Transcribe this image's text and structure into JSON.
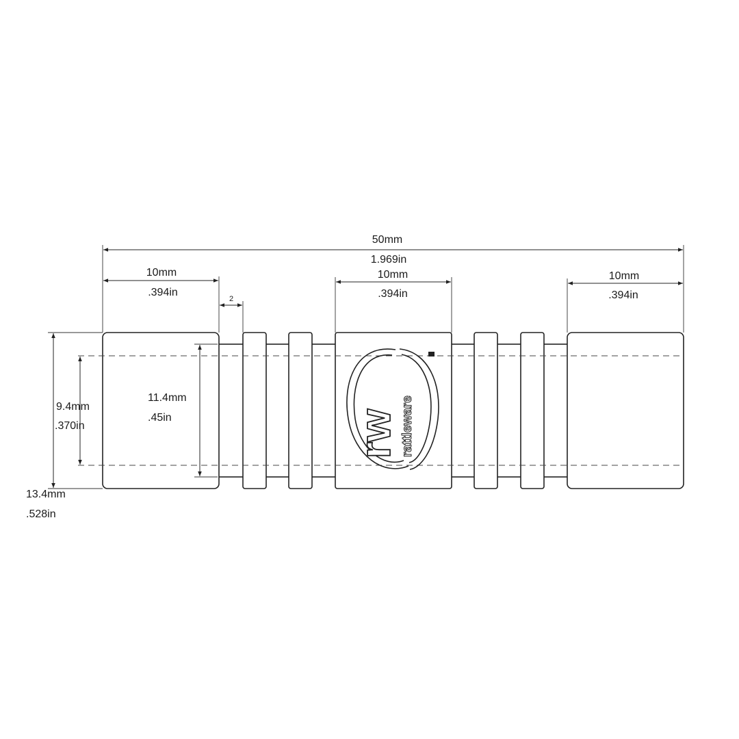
{
  "dimensions": {
    "overall_length": {
      "mm": "50mm",
      "in": "1.969in"
    },
    "left_end": {
      "mm": "10mm",
      "in": ".394in"
    },
    "center_band": {
      "mm": "10mm",
      "in": ".394in"
    },
    "right_end": {
      "mm": "10mm",
      "in": ".394in"
    },
    "gap": {
      "value": "2"
    },
    "inner_diameter": {
      "mm": "9.4mm",
      "in": ".370in"
    },
    "band_height": {
      "mm": "11.4mm",
      "in": ".45in"
    },
    "outer_diameter": {
      "mm": "13.4mm",
      "in": ".528in"
    }
  },
  "logo": {
    "monogram": "rw",
    "wordmark": "rattleware",
    "trademark": "TM",
    "icon": "rattleware-logo-icon"
  },
  "colors": {
    "line": "#222222",
    "background": "#ffffff"
  }
}
